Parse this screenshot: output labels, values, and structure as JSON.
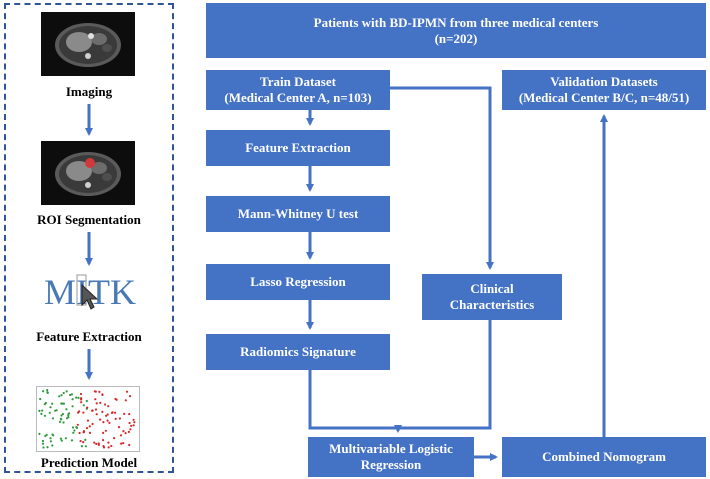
{
  "left_panel": {
    "steps": [
      {
        "label": "Imaging",
        "icon": "mri-scan-icon"
      },
      {
        "label": "ROI Segmentation",
        "icon": "mri-roi-scan-icon"
      },
      {
        "label": "Feature Extraction",
        "icon": "mitk-logo-icon",
        "logo_text": "MITK"
      },
      {
        "label": "Prediction Model",
        "icon": "scatter-plot-icon"
      }
    ]
  },
  "flow": {
    "patients": {
      "line1": "Patients with BD-IPMN from three medical centers",
      "line2": "(n=202)"
    },
    "train": {
      "line1": "Train Dataset",
      "line2": "(Medical Center A, n=103)"
    },
    "validation": {
      "line1": "Validation Datasets",
      "line2": "(Medical Center B/C, n=48/51)"
    },
    "feature_extraction": "Feature Extraction",
    "mann_whitney": "Mann-Whitney U test",
    "lasso": "Lasso Regression",
    "radiomics": "Radiomics Signature",
    "clinical": {
      "line1": "Clinical",
      "line2": "Characteristics"
    },
    "logistic": {
      "line1": "Multivariable Logistic",
      "line2": "Regression"
    },
    "nomogram": "Combined Nomogram"
  },
  "colors": {
    "box": "#4472c4",
    "arrow": "#4472c4",
    "panel_border": "#2f5597"
  }
}
